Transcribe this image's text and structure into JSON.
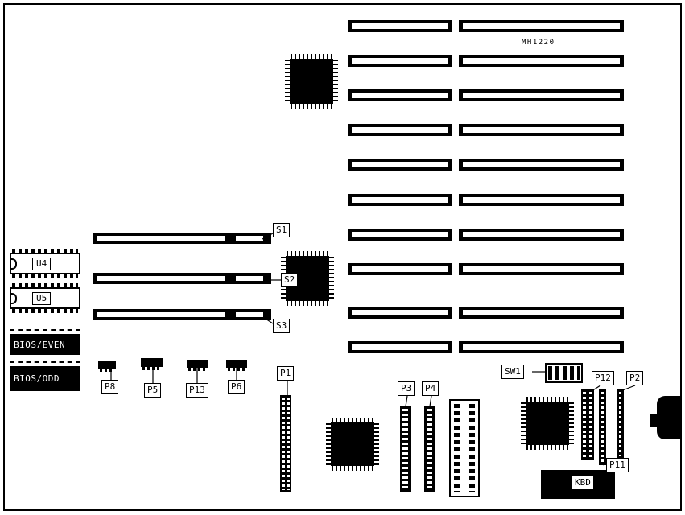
{
  "board": {
    "model": "MH1220"
  },
  "labels": {
    "s1": "S1",
    "s2": "S2",
    "s3": "S3",
    "u4": "U4",
    "u5": "U5",
    "bios_even": "BIOS/EVEN",
    "bios_odd": "BIOS/ODD",
    "p8": "P8",
    "p5": "P5",
    "p13": "P13",
    "p6": "P6",
    "p1": "P1",
    "p3": "P3",
    "p4": "P4",
    "sw1": "SW1",
    "p12": "P12",
    "p2": "P2",
    "p11": "P11",
    "kbd": "KBD"
  }
}
